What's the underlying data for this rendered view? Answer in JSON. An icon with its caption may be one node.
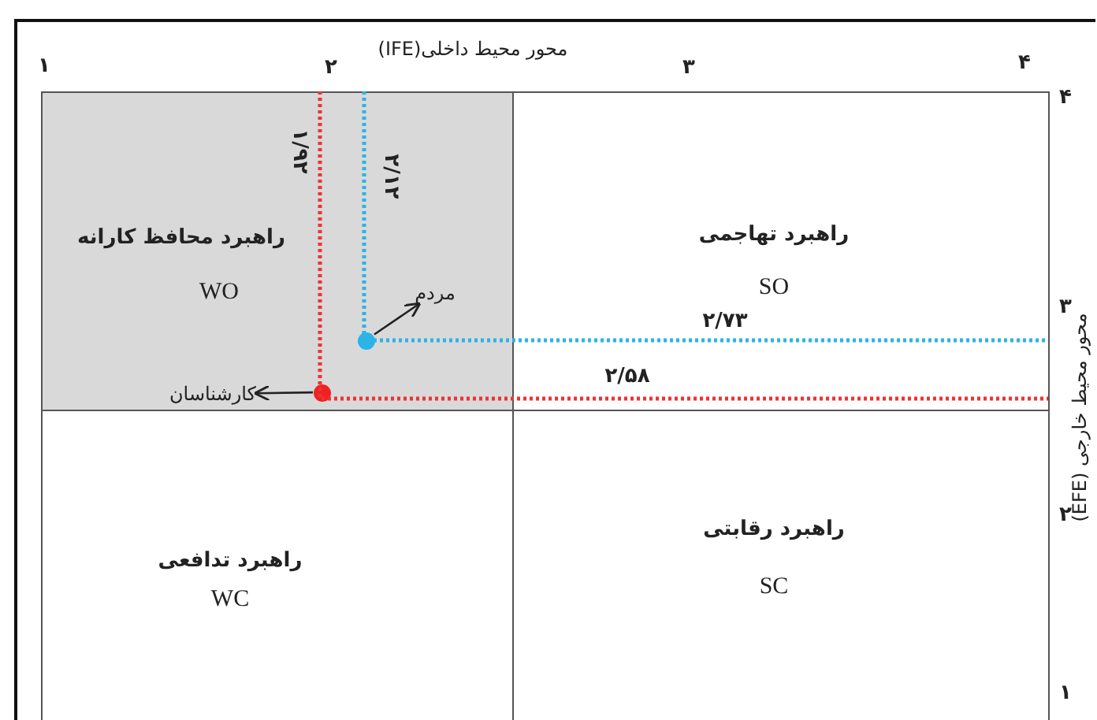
{
  "diagram": {
    "nodes": [
      {
        "text": [
          "راهبرد محافظ کارانه",
          "WO"
        ]
      },
      {
        "text": [
          "راهبرد تهاجمی",
          "SO"
        ]
      },
      {
        "text": [
          "مردم"
        ],
        "in": 0
      },
      {
        "text": [],
        "shape": "circle",
        "in": 0
      },
      {
        "text": [
          "کارشناسان"
        ],
        "in": 0
      },
      {
        "text": [],
        "shape": "circle",
        "in": 0
      },
      {
        "text": [
          "راهبرد تدافعی",
          "WC"
        ]
      },
      {
        "text": [
          "راهبرد رقابتی",
          "SC"
        ]
      }
    ],
    "edges": [
      {
        "from": 3,
        "to": 2,
        "arrow": "to"
      },
      {
        "from": 5,
        "to": 4,
        "arrow": "to"
      }
    ],
    "labels": [
      "محور محیط داخلی(IFE)",
      "۱",
      "۲",
      "۳",
      "۴",
      "۴",
      "۱/۹۲",
      "۲/۱۲",
      "۳",
      "۲/۷۳",
      "۲/۵۸",
      "محور محیط خارجی (EFE)",
      "۲",
      "۱"
    ]
  }
}
